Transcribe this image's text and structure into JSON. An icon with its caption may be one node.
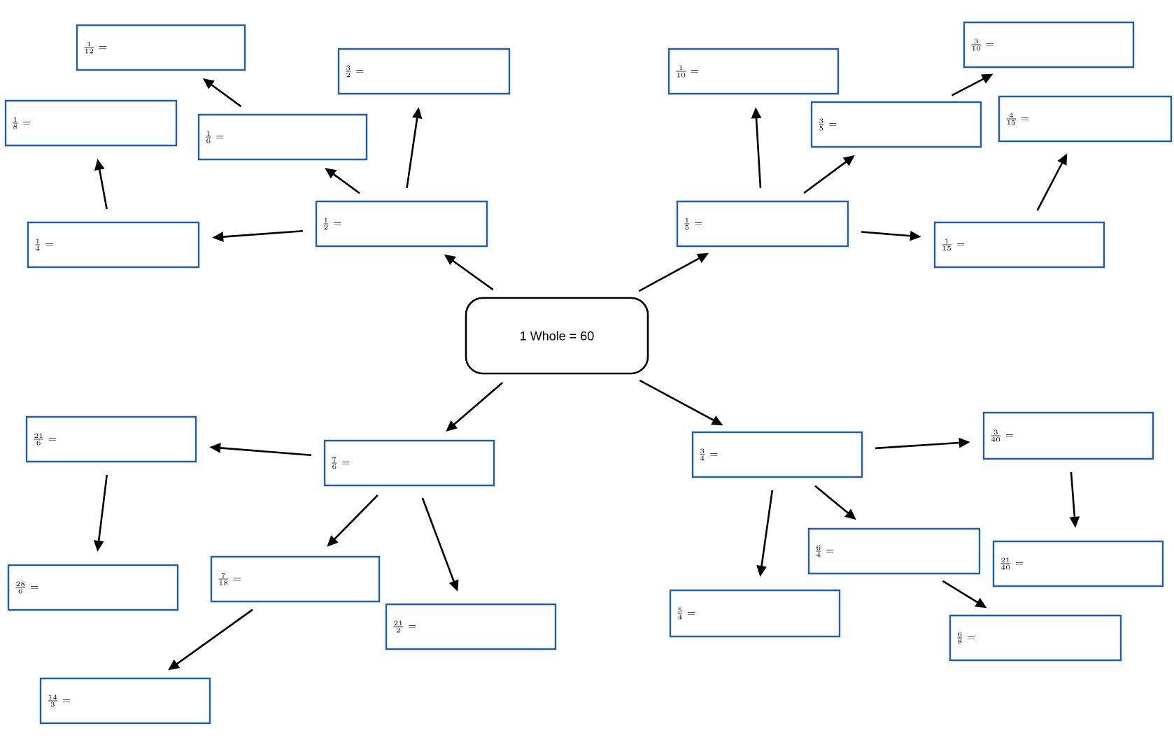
{
  "diagram": {
    "nodes": [
      {
        "text": [
          "1 Whole = 60"
        ]
      },
      {
        "text": [
          "\\frac{1}{2} ="
        ]
      },
      {
        "text": [
          "\\frac{3}{2} ="
        ]
      },
      {
        "text": [
          "\\frac{1}{6} ="
        ]
      },
      {
        "text": [
          "\\frac{1}{12} ="
        ]
      },
      {
        "text": [
          "\\frac{1}{4} ="
        ]
      },
      {
        "text": [
          "\\frac{1}{8} ="
        ]
      },
      {
        "text": [
          "\\frac{1}{5} ="
        ]
      },
      {
        "text": [
          "\\frac{1}{10} ="
        ]
      },
      {
        "text": [
          "\\frac{3}{5} ="
        ]
      },
      {
        "text": [
          "\\frac{3}{10} ="
        ]
      },
      {
        "text": [
          "\\frac{1}{15} ="
        ]
      },
      {
        "text": [
          "\\frac{4}{15} ="
        ]
      },
      {
        "text": [
          "\\frac{7}{6} ="
        ]
      },
      {
        "text": [
          "\\frac{21}{6} ="
        ]
      },
      {
        "text": [
          "\\frac{28}{6} ="
        ]
      },
      {
        "text": [
          "\\frac{7}{18} ="
        ]
      },
      {
        "text": [
          "\\frac{14}{3} ="
        ]
      },
      {
        "text": [
          "\\frac{21}{2} ="
        ]
      },
      {
        "text": [
          "\\frac{3}{4} ="
        ]
      },
      {
        "text": [
          "\\frac{3}{40} ="
        ]
      },
      {
        "text": [
          "\\frac{21}{40} ="
        ]
      },
      {
        "text": [
          "\\frac{6}{4} ="
        ]
      },
      {
        "text": [
          "\\frac{5}{4} ="
        ]
      },
      {
        "text": [
          "\\frac{6}{8} ="
        ]
      }
    ],
    "edges": [
      {
        "from": 0,
        "to": 1,
        "arrow": "to"
      },
      {
        "from": 0,
        "to": 7,
        "arrow": "to"
      },
      {
        "from": 0,
        "to": 13,
        "arrow": "to"
      },
      {
        "from": 0,
        "to": 19,
        "arrow": "to"
      },
      {
        "from": 1,
        "to": 2,
        "arrow": "to"
      },
      {
        "from": 1,
        "to": 3,
        "arrow": "to"
      },
      {
        "from": 1,
        "to": 5,
        "arrow": "to"
      },
      {
        "from": 3,
        "to": 4,
        "arrow": "to"
      },
      {
        "from": 5,
        "to": 6,
        "arrow": "to"
      },
      {
        "from": 7,
        "to": 8,
        "arrow": "to"
      },
      {
        "from": 7,
        "to": 9,
        "arrow": "to"
      },
      {
        "from": 7,
        "to": 11,
        "arrow": "to"
      },
      {
        "from": 9,
        "to": 10,
        "arrow": "to"
      },
      {
        "from": 11,
        "to": 12,
        "arrow": "to"
      },
      {
        "from": 13,
        "to": 14,
        "arrow": "to"
      },
      {
        "from": 13,
        "to": 16,
        "arrow": "to"
      },
      {
        "from": 13,
        "to": 18,
        "arrow": "to"
      },
      {
        "from": 14,
        "to": 15,
        "arrow": "to"
      },
      {
        "from": 16,
        "to": 17,
        "arrow": "to"
      },
      {
        "from": 19,
        "to": 20,
        "arrow": "to"
      },
      {
        "from": 19,
        "to": 22,
        "arrow": "to"
      },
      {
        "from": 19,
        "to": 23,
        "arrow": "to"
      },
      {
        "from": 20,
        "to": 21,
        "arrow": "to"
      },
      {
        "from": 22,
        "to": 24,
        "arrow": "to"
      }
    ]
  }
}
